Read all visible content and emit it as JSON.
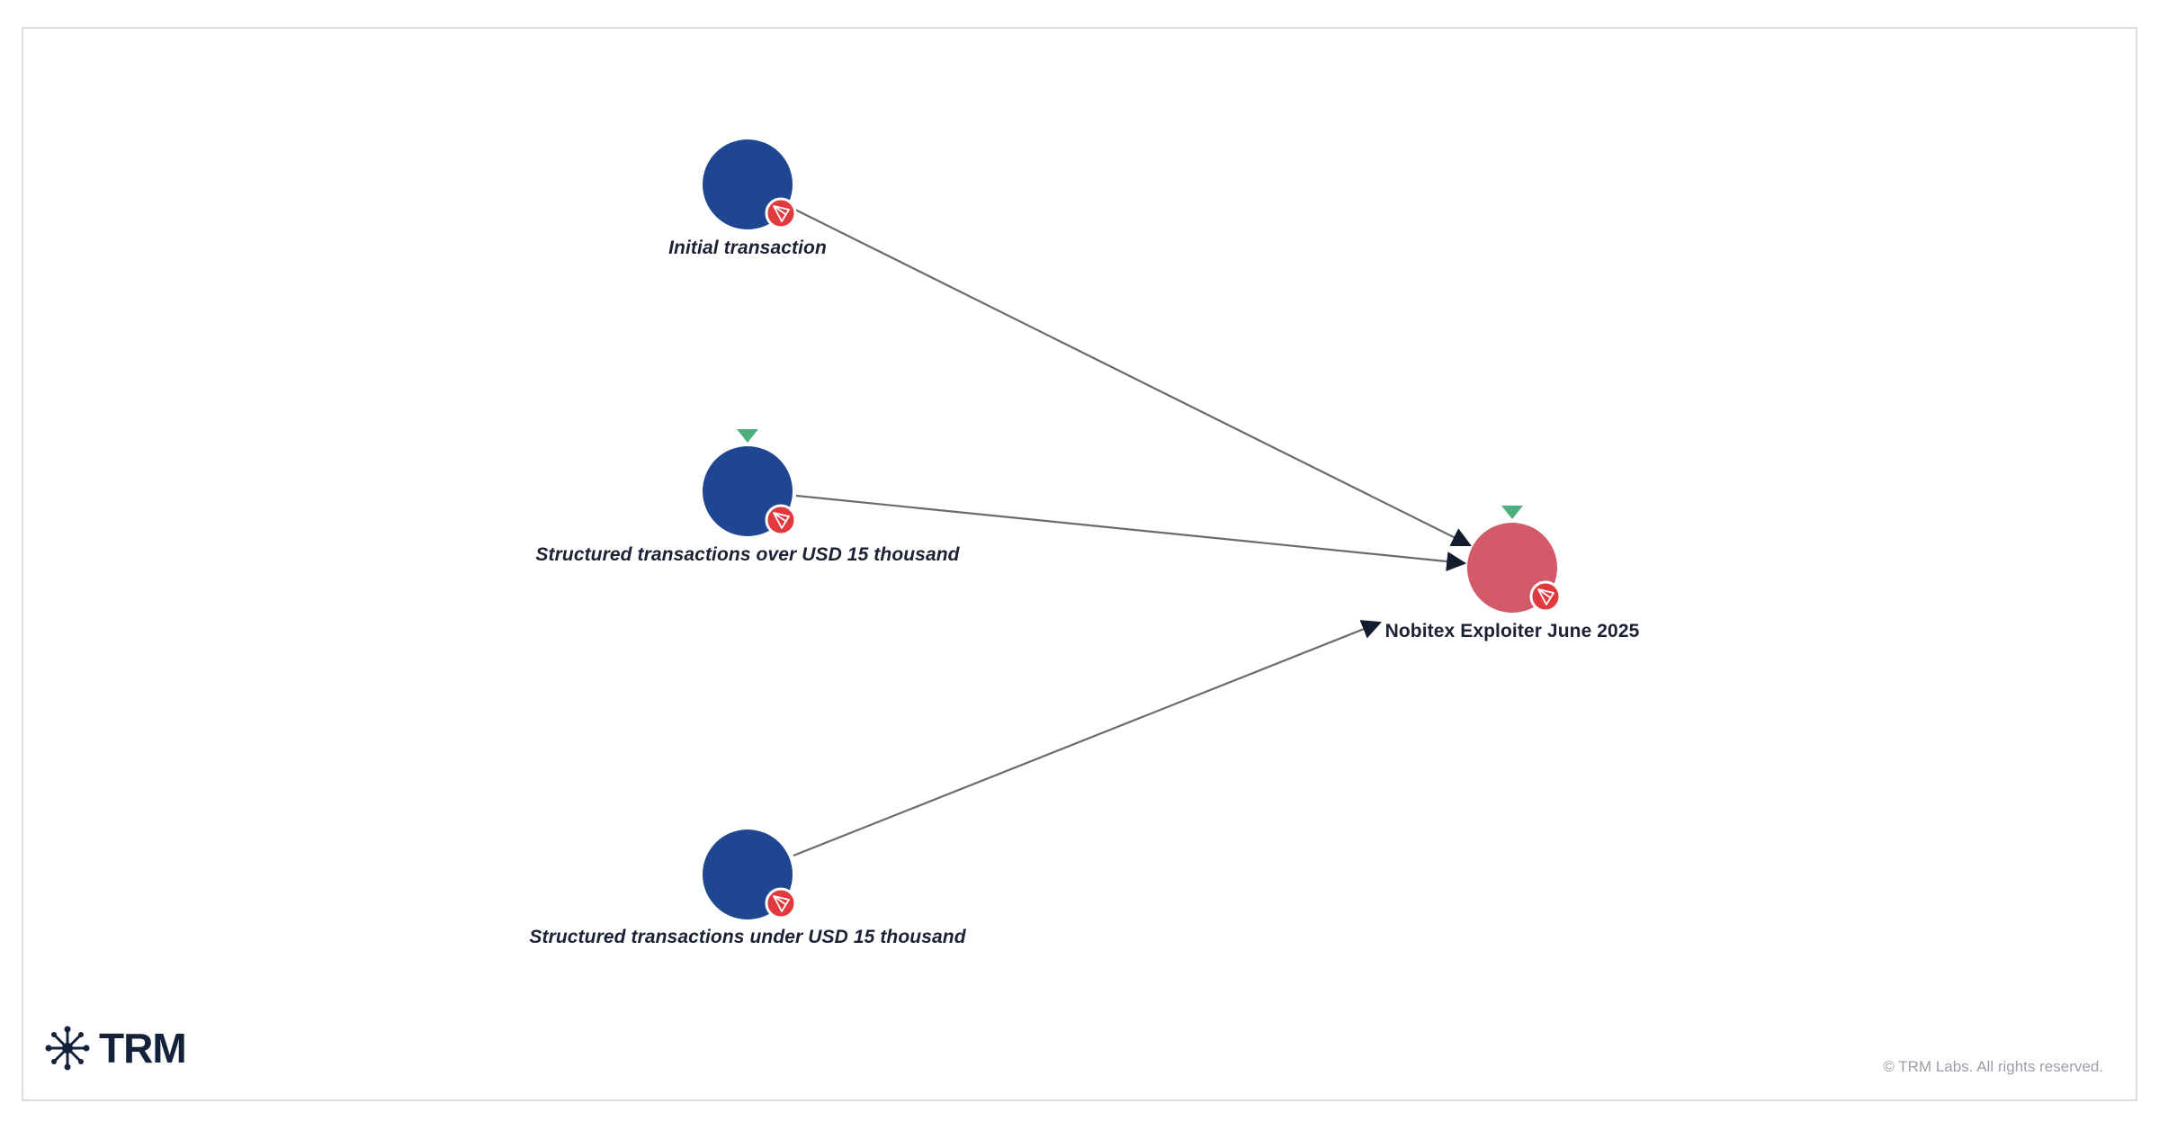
{
  "diagram": {
    "nodes": [
      {
        "id": "initial",
        "label": "Initial transaction",
        "color": "#1f4690",
        "italic": true,
        "flagged": false,
        "chain_icon": "tron-icon"
      },
      {
        "id": "over",
        "label": "Structured transactions over USD 15 thousand",
        "color": "#1f4690",
        "italic": true,
        "flagged": true,
        "chain_icon": "tron-icon"
      },
      {
        "id": "under",
        "label": "Structured transactions under USD 15 thousand",
        "color": "#1f4690",
        "italic": true,
        "flagged": false,
        "chain_icon": "tron-icon"
      },
      {
        "id": "exploiter",
        "label": "Nobitex Exploiter June 2025",
        "color": "#d25a6a",
        "italic": false,
        "flagged": true,
        "chain_icon": "tron-icon"
      }
    ],
    "edges": [
      {
        "from": "initial",
        "to": "exploiter"
      },
      {
        "from": "over",
        "to": "exploiter"
      },
      {
        "from": "under",
        "to": "exploiter"
      }
    ],
    "flag_color": "#4caf7d",
    "chain_badge_color": "#e03a3e",
    "edge_color": "#6b6b6b"
  },
  "branding": {
    "logo_text": "TRM",
    "copyright": "© TRM Labs. All rights reserved."
  }
}
